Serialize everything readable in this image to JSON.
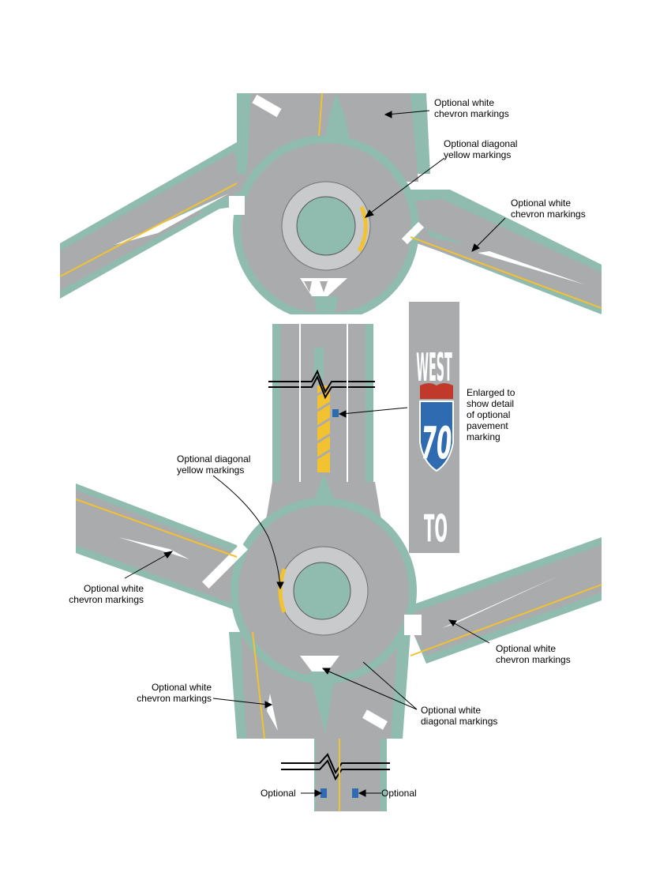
{
  "colors": {
    "pavement": "#a9abad",
    "verge": "#8fbcae",
    "curb": "#c6c7c8",
    "yellow": "#f2c230",
    "white": "#ffffff",
    "apron": "#c9cacb",
    "shield_red": "#c0392b",
    "shield_blue": "#2e6bb0"
  },
  "callouts": {
    "top_chevron": "Optional white\nchevron markings",
    "top_diagonal_yellow": "Optional diagonal\nyellow markings",
    "right_chevron_upper": "Optional white\nchevron markings",
    "enlarged_note": "Enlarged to\nshow detail\nof optional\npavement\nmarking",
    "mid_diagonal_yellow": "Optional diagonal\nyellow markings",
    "left_chevron": "Optional white\nchevron markings",
    "right_chevron_lower": "Optional white\nchevron markings",
    "bottom_left_chevron": "Optional white\nchevron markings",
    "white_diagonal": "Optional white\ndiagonal markings",
    "optional_left": "Optional",
    "optional_right": "Optional"
  },
  "pavement_sign": {
    "direction": "WEST",
    "route_number": "70",
    "word": "TO"
  }
}
